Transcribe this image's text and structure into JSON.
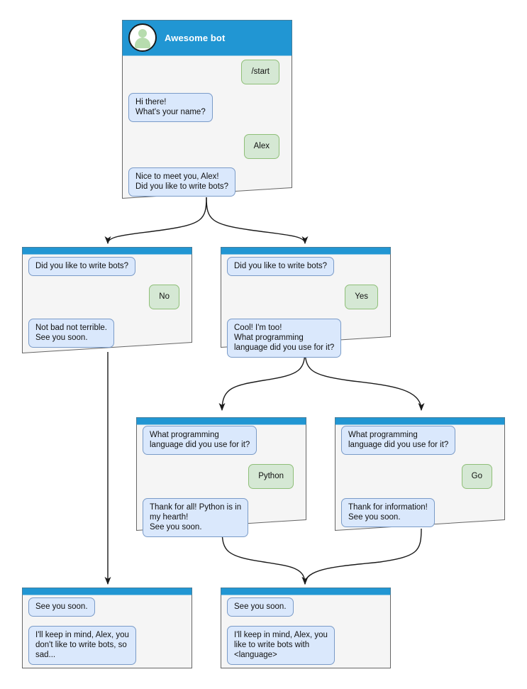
{
  "diagram": {
    "title": "Awesome bot chat flow",
    "colors": {
      "titlebar": "#2196d3",
      "card_body": "#f5f5f5",
      "card_border": "#666666",
      "bot_bubble_bg": "#dae8fc",
      "bot_bubble_border": "#7a9bc8",
      "user_bubble_bg": "#d5e8d4",
      "user_bubble_border": "#8fbf78",
      "edge": "#1a1a1a",
      "avatar_fill": "#b7dcae",
      "title_text": "#ffffff",
      "background": "#ffffff"
    },
    "nodes": [
      {
        "id": "start",
        "header": {
          "title": "Awesome bot",
          "avatar_icon": "user-avatar-icon",
          "has_avatar": true
        },
        "messages": [
          {
            "from": "user",
            "text": "/start"
          },
          {
            "from": "bot",
            "text": "Hi there!\nWhat's your name?"
          },
          {
            "from": "user",
            "text": "Alex"
          },
          {
            "from": "bot",
            "text": "Nice to meet you, Alex!\nDid you like to write bots?"
          }
        ]
      },
      {
        "id": "answer-no",
        "header": {
          "title": "",
          "has_avatar": false
        },
        "messages": [
          {
            "from": "bot",
            "text": "Did you like to write bots?"
          },
          {
            "from": "user",
            "text": "No"
          },
          {
            "from": "bot",
            "text": "Not bad not terrible.\nSee you soon."
          }
        ]
      },
      {
        "id": "answer-yes",
        "header": {
          "title": "",
          "has_avatar": false
        },
        "messages": [
          {
            "from": "bot",
            "text": "Did you like to write bots?"
          },
          {
            "from": "user",
            "text": "Yes"
          },
          {
            "from": "bot",
            "text": "Cool! I'm too!\nWhat programming\nlanguage did you use for it?"
          }
        ]
      },
      {
        "id": "lang-python",
        "header": {
          "title": "",
          "has_avatar": false
        },
        "messages": [
          {
            "from": "bot",
            "text": "What programming\nlanguage did you use for it?"
          },
          {
            "from": "user",
            "text": "Python"
          },
          {
            "from": "bot",
            "text": "Thank for all! Python is in\nmy hearth!\nSee you soon."
          }
        ]
      },
      {
        "id": "lang-go",
        "header": {
          "title": "",
          "has_avatar": false
        },
        "messages": [
          {
            "from": "bot",
            "text": "What programming\nlanguage did you use for it?"
          },
          {
            "from": "user",
            "text": "Go"
          },
          {
            "from": "bot",
            "text": "Thank for information!\nSee you soon."
          }
        ]
      },
      {
        "id": "end-sad",
        "header": {
          "title": "",
          "has_avatar": false
        },
        "messages": [
          {
            "from": "bot",
            "text": "See you soon."
          },
          {
            "from": "bot",
            "text": "I'll keep in mind, Alex, you\ndon't like to write bots, so\nsad..."
          }
        ]
      },
      {
        "id": "end-happy",
        "header": {
          "title": "",
          "has_avatar": false
        },
        "messages": [
          {
            "from": "bot",
            "text": "See you soon."
          },
          {
            "from": "bot",
            "text": "I'll keep in mind, Alex, you\nlike to write bots with\n<language>"
          }
        ]
      }
    ]
  }
}
